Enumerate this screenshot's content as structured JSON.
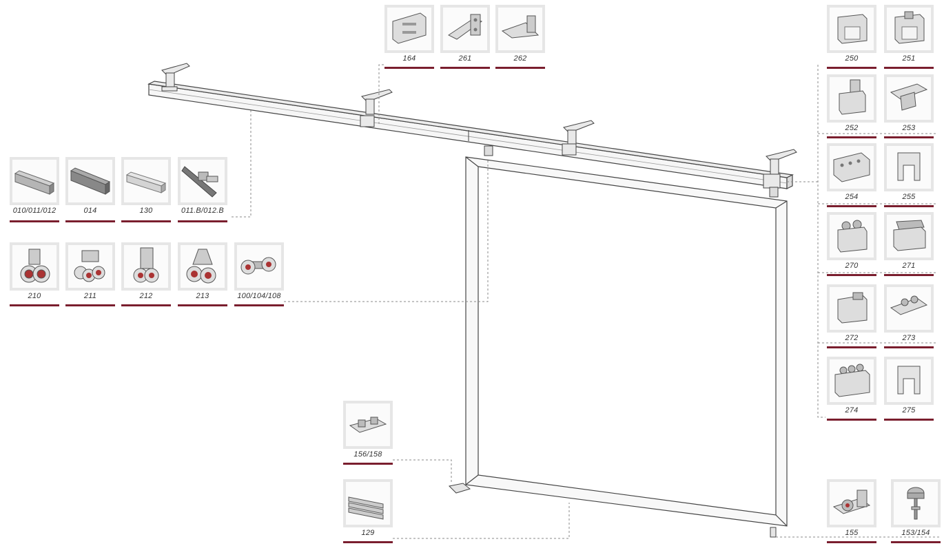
{
  "colors": {
    "accent_underline": "#7a1e2e",
    "thumbnail_frame": "#e6e6e6",
    "line_art": "#444444",
    "leader_line": "#8a8a8a"
  },
  "track_profiles": [
    {
      "code": "010/011/012",
      "icon": "track-profile-icon"
    },
    {
      "code": "014",
      "icon": "track-profile-dark-icon"
    },
    {
      "code": "130",
      "icon": "track-profile-light-icon"
    },
    {
      "code": "011.B/012.B",
      "icon": "track-with-bracket-icon"
    }
  ],
  "trolleys": [
    {
      "code": "210",
      "icon": "trolley-icon"
    },
    {
      "code": "211",
      "icon": "trolley-icon"
    },
    {
      "code": "212",
      "icon": "trolley-plate-icon"
    },
    {
      "code": "213",
      "icon": "trolley-icon"
    },
    {
      "code": "100/104/108",
      "icon": "roller-icon"
    }
  ],
  "wall_brackets": [
    {
      "code": "164",
      "icon": "wall-plate-icon"
    },
    {
      "code": "261",
      "icon": "wall-bracket-icon"
    },
    {
      "code": "262",
      "icon": "wall-bracket-icon"
    }
  ],
  "right_brackets": [
    {
      "code": "250",
      "icon": "track-clamp-icon"
    },
    {
      "code": "251",
      "icon": "track-clamp-icon"
    },
    {
      "code": "252",
      "icon": "track-clamp-icon"
    },
    {
      "code": "253",
      "icon": "flat-clamp-icon"
    },
    {
      "code": "254",
      "icon": "track-clamp-icon"
    },
    {
      "code": "255",
      "icon": "hanger-icon"
    },
    {
      "code": "270",
      "icon": "track-clamp-icon"
    },
    {
      "code": "271",
      "icon": "track-clamp-icon"
    },
    {
      "code": "272",
      "icon": "track-clamp-icon"
    },
    {
      "code": "273",
      "icon": "flat-clamp-icon"
    },
    {
      "code": "274",
      "icon": "track-clamp-icon"
    },
    {
      "code": "275",
      "icon": "hanger-icon"
    }
  ],
  "floor_guides": [
    {
      "code": "156/158",
      "icon": "floor-guide-icon"
    },
    {
      "code": "129",
      "icon": "channel-icon"
    }
  ],
  "bottom_right": [
    {
      "code": "155",
      "icon": "guide-roller-plate-icon"
    },
    {
      "code": "153/154",
      "icon": "guide-roller-icon"
    }
  ]
}
